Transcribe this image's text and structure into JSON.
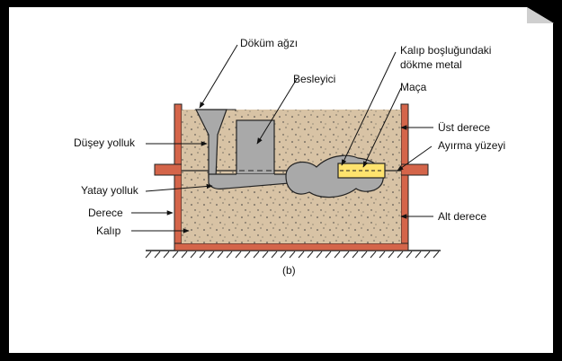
{
  "figure": {
    "caption": "(b)",
    "labels": {
      "pouring_cup": "Döküm ağzı",
      "riser": "Besleyici",
      "molten_metal_line1": "Kalıp boşluğundaki",
      "molten_metal_line2": "dökme metal",
      "core": "Maça",
      "sprue": "Düşey yolluk",
      "cope": "Üst derece",
      "parting_line": "Ayırma yüzeyi",
      "runner": "Yatay yolluk",
      "flask": "Derece",
      "drag": "Alt derece",
      "mold": "Kalıp"
    }
  },
  "colors": {
    "background_outer": "#000000",
    "panel": "#ffffff",
    "sand": "#d8c3a5",
    "flask_red": "#d4654a",
    "metal_gray": "#a9a9a9",
    "core_yellow": "#ffe36e",
    "outline": "#222222"
  }
}
